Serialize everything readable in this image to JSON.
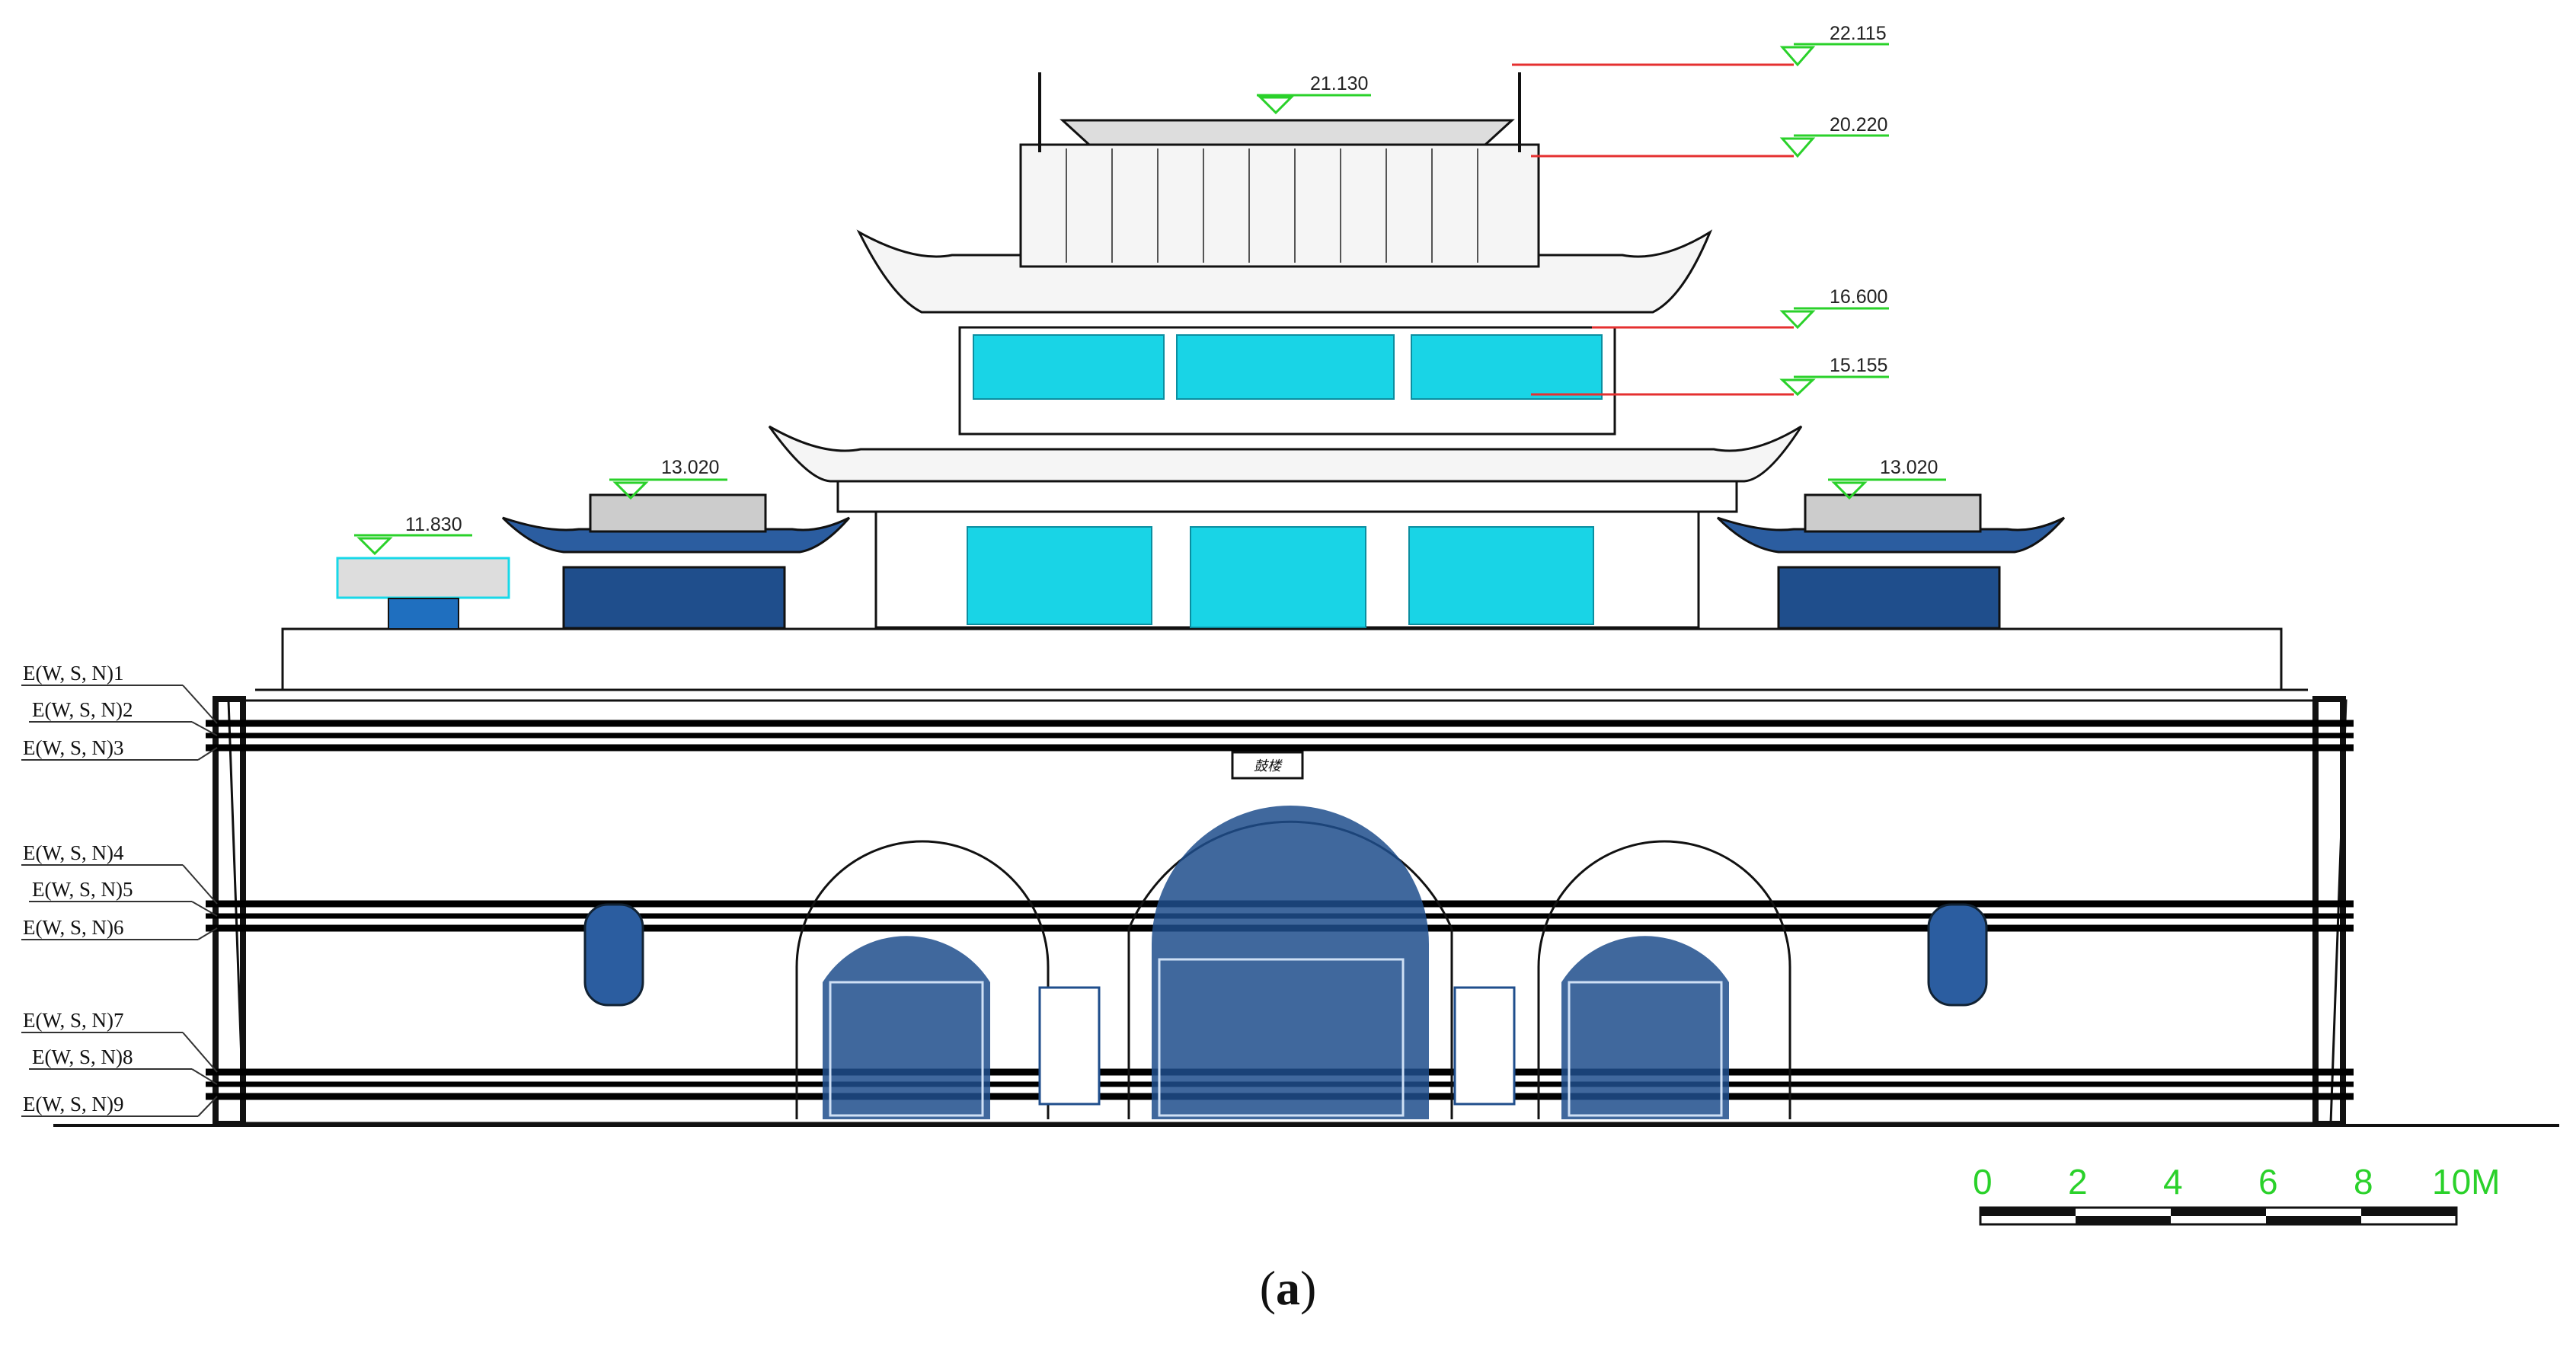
{
  "elevation_marks": [
    "22.115",
    "21.130",
    "20.220",
    "16.600",
    "15.155",
    "13.020",
    "13.020",
    "11.830"
  ],
  "axis_labels": [
    "E(W, S, N)1",
    "E(W, S, N)2",
    "E(W, S, N)3",
    "E(W, S, N)4",
    "E(W, S, N)5",
    "E(W, S, N)6",
    "E(W, S, N)7",
    "E(W, S, N)8",
    "E(W, S, N)9"
  ],
  "plaque_text": "鼓楼",
  "scale_bar": {
    "labels": [
      "0",
      "2",
      "4",
      "6",
      "8",
      "10M"
    ],
    "color": "#2ad12a"
  },
  "caption": {
    "open": "(",
    "letter": "a",
    "close": ")"
  },
  "colors": {
    "elevation_line": "#e53030",
    "elevation_marker": "#2ad12a",
    "window_cyan": "#18d8e8",
    "window_blue": "#1f4e8c"
  }
}
